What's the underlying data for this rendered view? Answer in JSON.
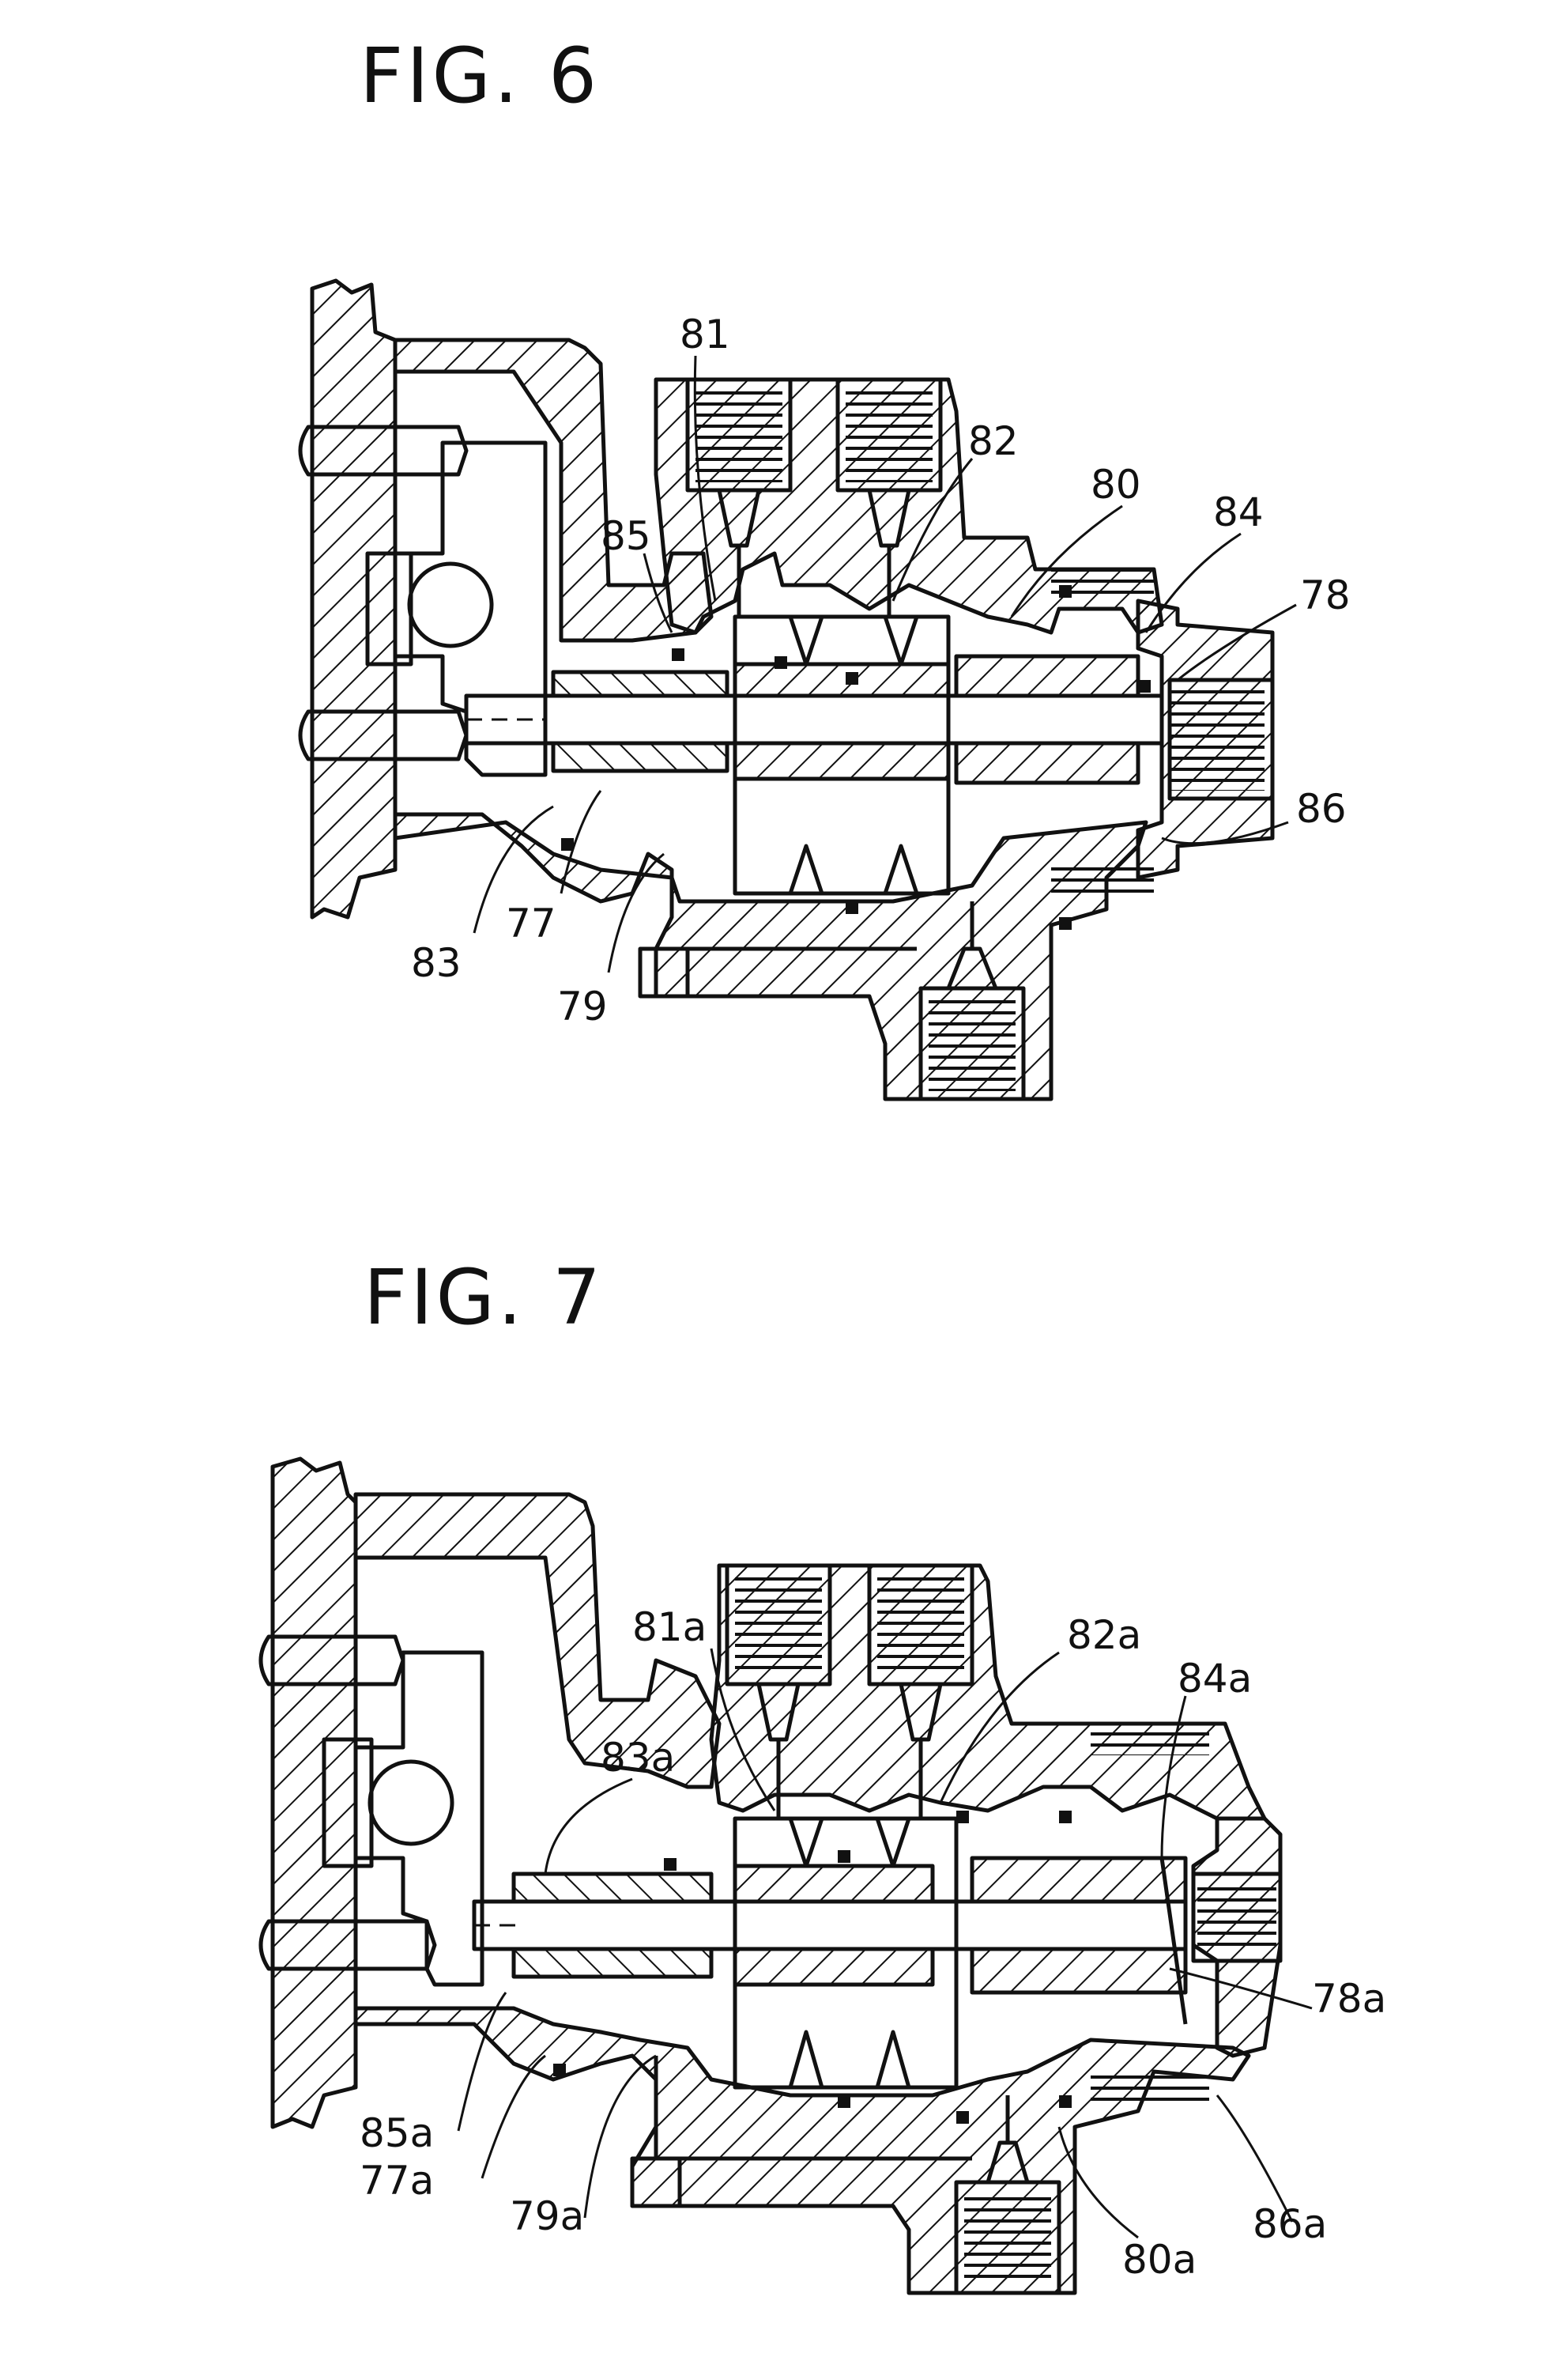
{
  "figures": [
    {
      "title": "FIG. 6",
      "labels": [
        "81",
        "82",
        "80",
        "84",
        "78",
        "85",
        "86",
        "83",
        "77",
        "79"
      ]
    },
    {
      "title": "FIG. 7",
      "labels": [
        "81a",
        "82a",
        "84a",
        "83a",
        "78a",
        "85a",
        "77a",
        "79a",
        "80a",
        "86a"
      ]
    }
  ]
}
